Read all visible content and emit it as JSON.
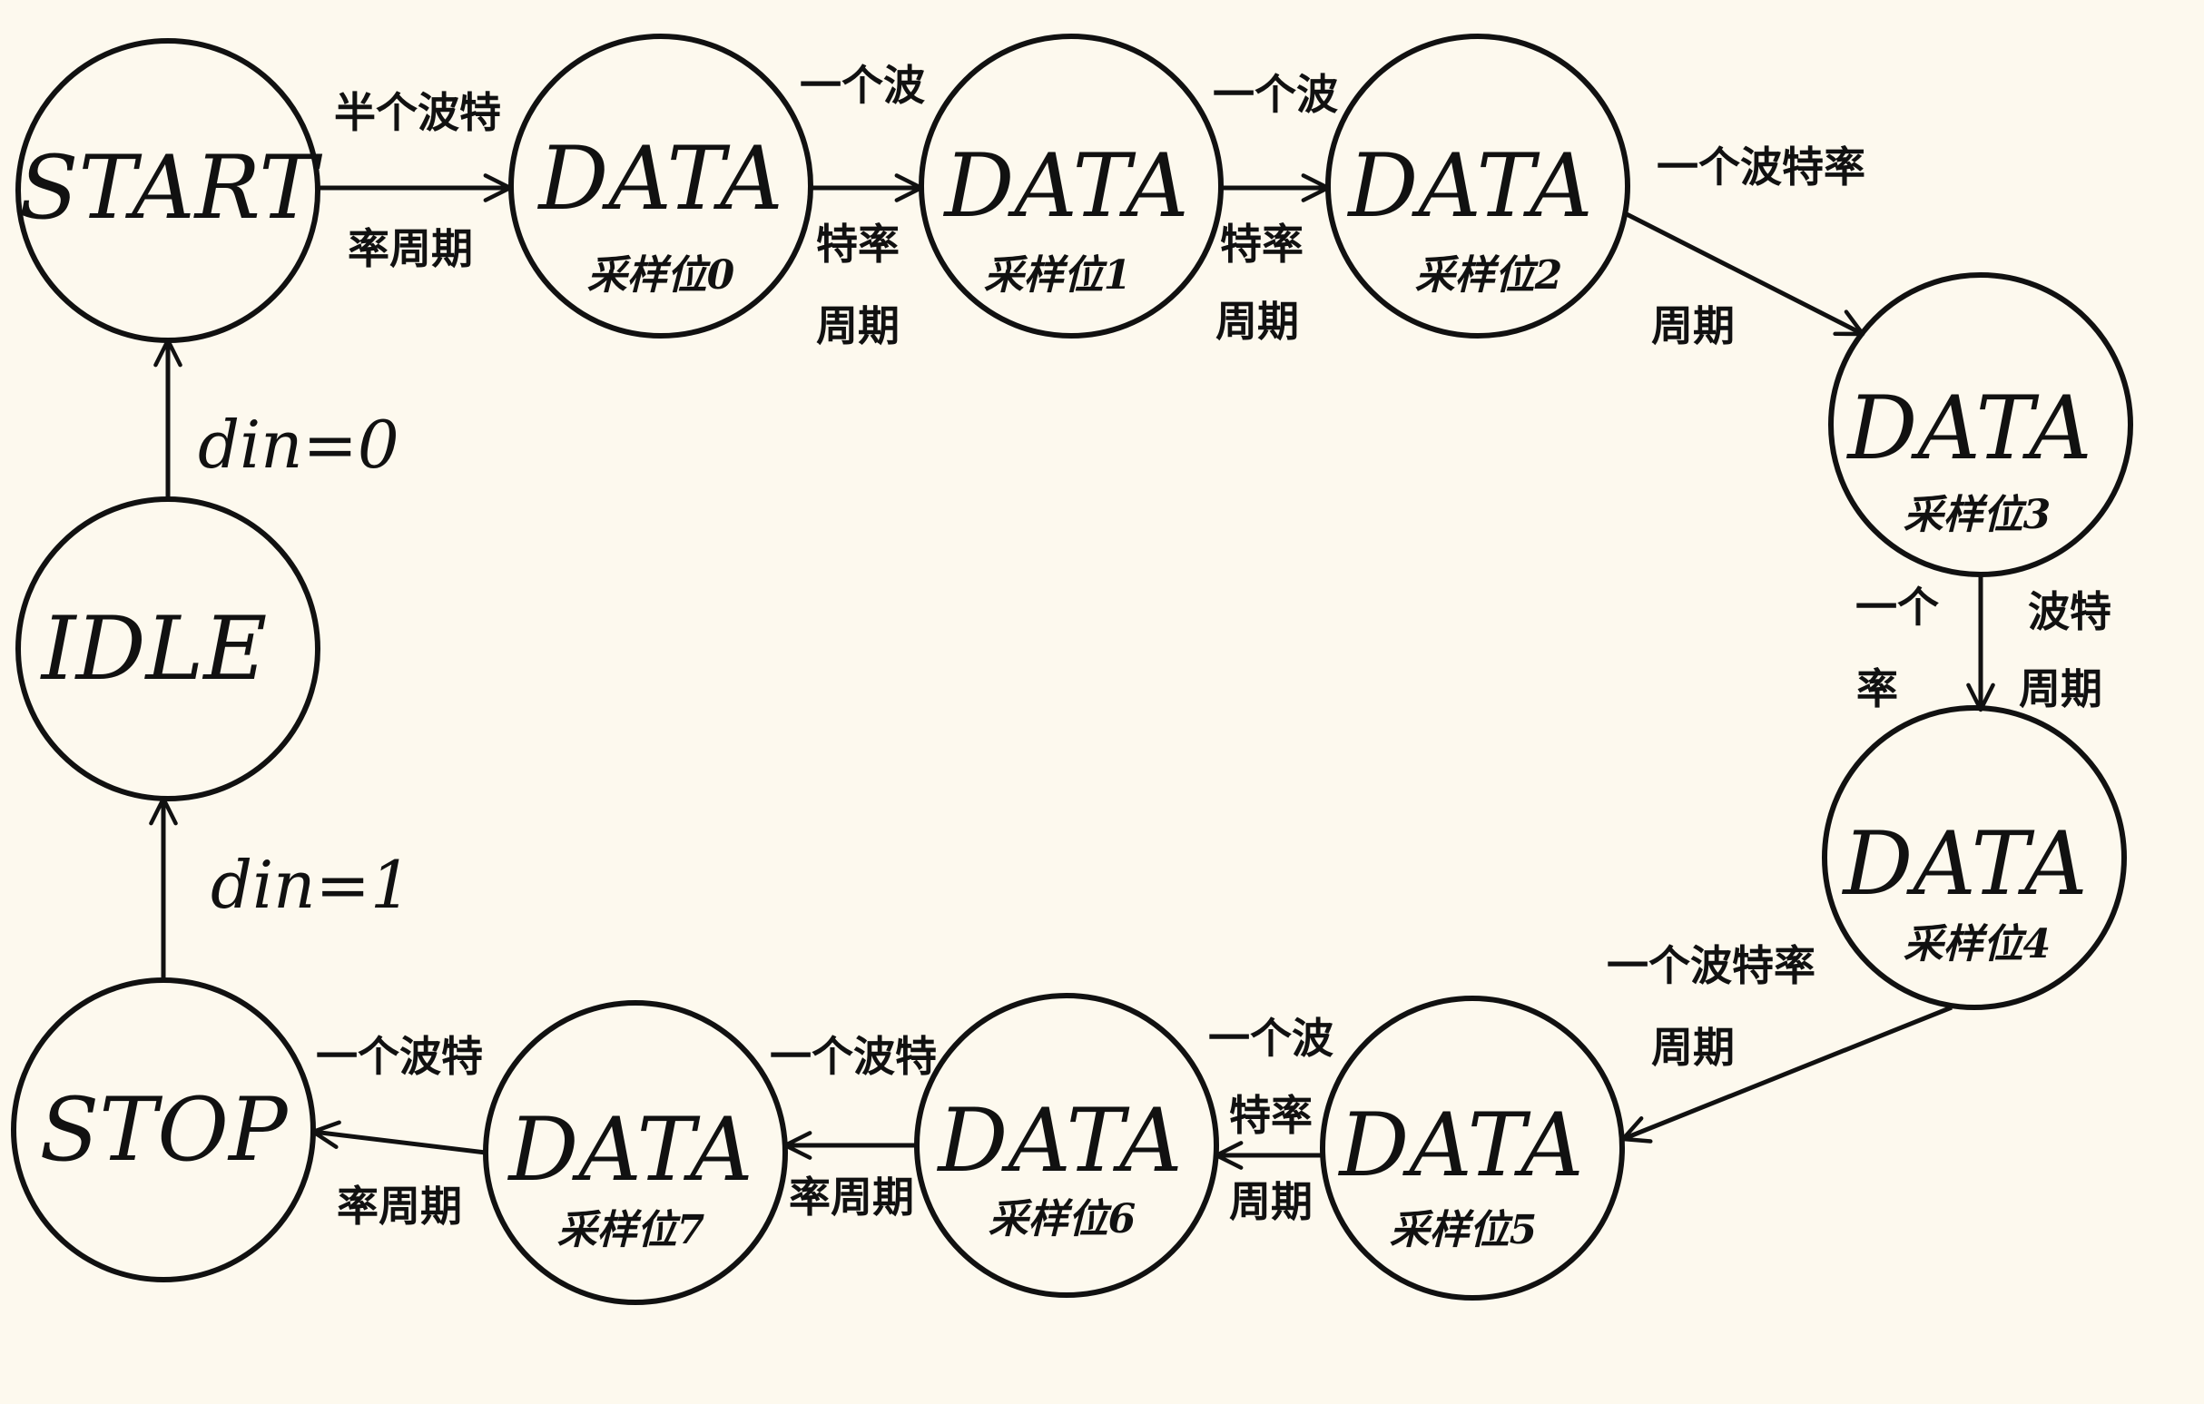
{
  "background_color": "#fdf9ee",
  "ink_color": "#111111",
  "states": {
    "start": {
      "name": "START"
    },
    "data0": {
      "name": "DATA",
      "sub": "采样位0"
    },
    "data1": {
      "name": "DATA",
      "sub": "采样位1"
    },
    "data2": {
      "name": "DATA",
      "sub": "采样位2"
    },
    "data3": {
      "name": "DATA",
      "sub": "采样位3"
    },
    "data4": {
      "name": "DATA",
      "sub": "采样位4"
    },
    "data5": {
      "name": "DATA",
      "sub": "采样位5"
    },
    "data6": {
      "name": "DATA",
      "sub": "采样位6"
    },
    "data7": {
      "name": "DATA",
      "sub": "采样位7"
    },
    "stop": {
      "name": "STOP"
    },
    "idle": {
      "name": "IDLE"
    }
  },
  "transitions": {
    "start_data0": {
      "line1": "半个波特",
      "line2": "率周期"
    },
    "data0_data1": {
      "line1": "一个波",
      "line2": "特率",
      "line3": "周期"
    },
    "data1_data2": {
      "line1": "一个波",
      "line2": "特率",
      "line3": "周期"
    },
    "data2_data3": {
      "line1": "一个波特率",
      "line2": "周期"
    },
    "data3_data4": {
      "line1": "一个",
      "line2": "率",
      "line3": "波特",
      "line4": "周期"
    },
    "data4_data5": {
      "line1": "一个波特率",
      "line2": "周期"
    },
    "data5_data6": {
      "line1": "一个波",
      "line2": "特率",
      "line3": "周期"
    },
    "data6_data7": {
      "line1": "一个波特",
      "line2": "率周期"
    },
    "data7_stop": {
      "line1": "一个波特",
      "line2": "率周期"
    },
    "stop_idle": {
      "condition": "din=1"
    },
    "idle_start": {
      "condition": "din=0"
    }
  }
}
